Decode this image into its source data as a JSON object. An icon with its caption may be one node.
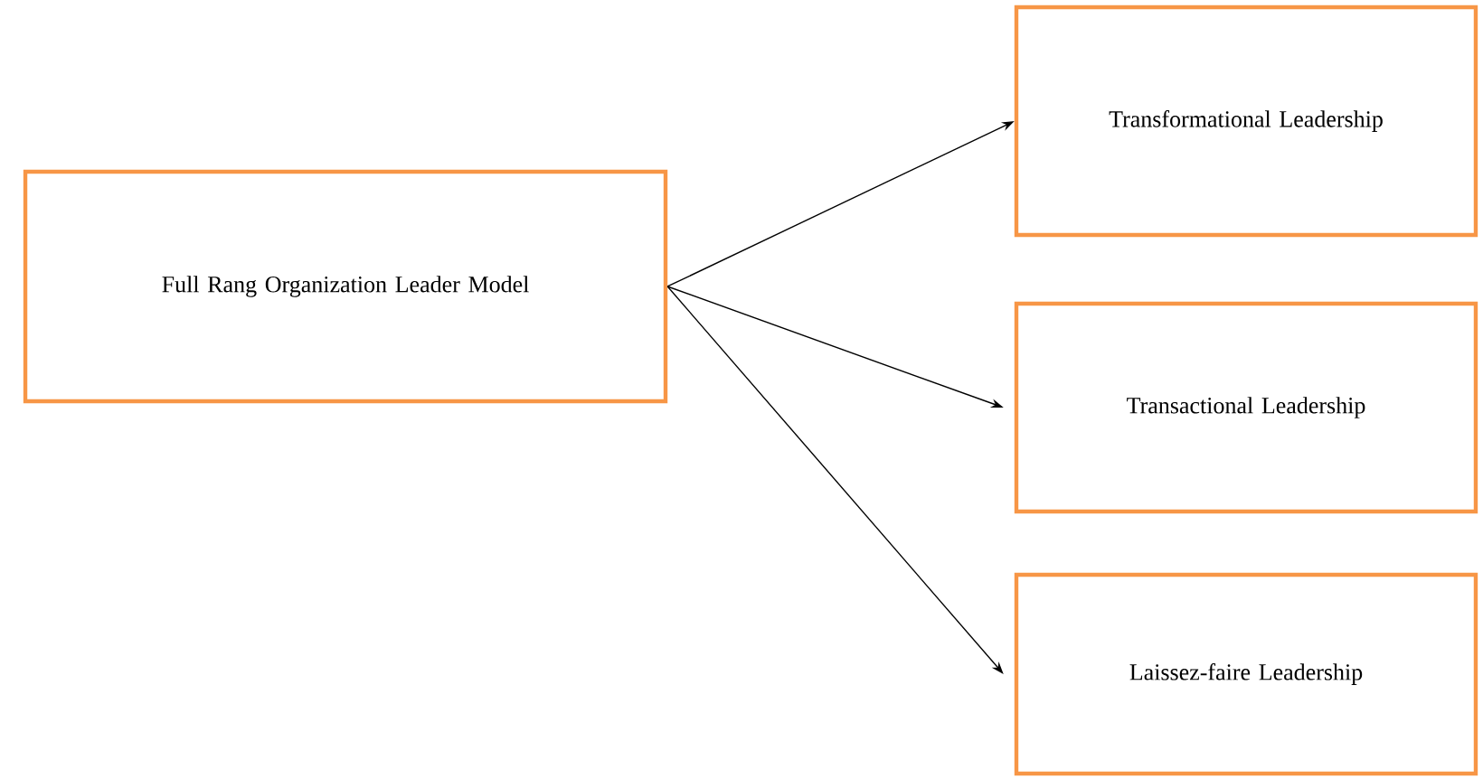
{
  "diagram": {
    "nodes": [
      {
        "text": [
          "Full Rang Organization Leader Model"
        ]
      },
      {
        "text": [
          "Transformational Leadership"
        ]
      },
      {
        "text": [
          "Transactional Leadership"
        ]
      },
      {
        "text": [
          "Laissez-faire Leadership"
        ]
      }
    ],
    "edges": [
      {
        "from": 0,
        "to": 1,
        "arrow": "to"
      },
      {
        "from": 0,
        "to": 2,
        "arrow": "to"
      },
      {
        "from": 0,
        "to": 3,
        "arrow": "to"
      }
    ]
  }
}
